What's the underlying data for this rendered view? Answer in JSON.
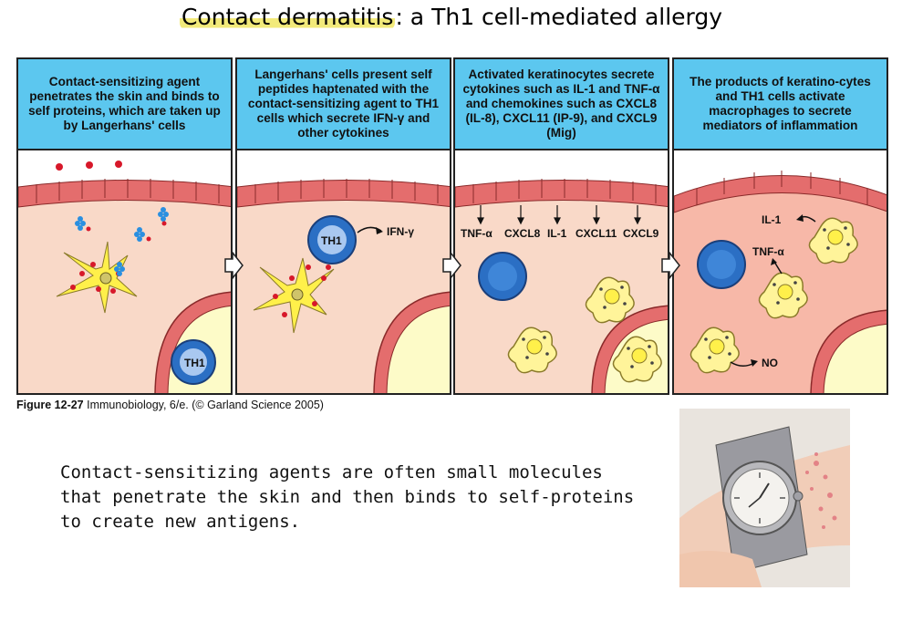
{
  "title": {
    "highlighted": "Contact dermatitis",
    "rest": ": a Th1 cell-mediated allergy"
  },
  "panels": [
    {
      "heading": "Contact-sensitizing agent penetrates the skin and binds to self proteins, which are taken up by Langerhans' cells",
      "labels": {
        "th1": "TH1"
      }
    },
    {
      "heading": "Langerhans' cells present self peptides haptenated with the contact-sensitizing agent to TH1 cells which secrete IFN-γ and other cytokines",
      "labels": {
        "th1": "TH1",
        "ifn": "IFN-γ"
      }
    },
    {
      "heading": "Activated keratinocytes secrete cytokines such as IL-1 and TNF-α and chemokines such as CXCL8 (IL-8), CXCL11 (IP-9), and CXCL9 (Mig)",
      "labels": {
        "tnf": "TNF-α",
        "cxcl8": "CXCL8",
        "il1": "IL-1",
        "cxcl11": "CXCL11",
        "cxcl9": "CXCL9"
      }
    },
    {
      "heading": "The products of keratino-cytes and TH1 cells activate macrophages to secrete mediators of inflammation",
      "labels": {
        "il1": "IL-1",
        "tnf": "TNF-α",
        "no": "NO"
      }
    }
  ],
  "caption": {
    "figure": "Figure 12-27",
    "source": "Immunobiology, 6/e. (© Garland Science 2005)"
  },
  "body_text": "Contact-sensitizing agents are often small molecules that penetrate the skin and then binds to self-proteins to create new antigens.",
  "colors": {
    "header_blue": "#5cc7ef",
    "skin_pink": "#f9d9c8",
    "epidermis_red": "#e46d6d",
    "cell_blue": "#2b6fc4",
    "langerhans_yellow": "#fff04a",
    "macrophage_yellow": "#fff49a",
    "highlight_yellow": "#f2ea7a"
  }
}
